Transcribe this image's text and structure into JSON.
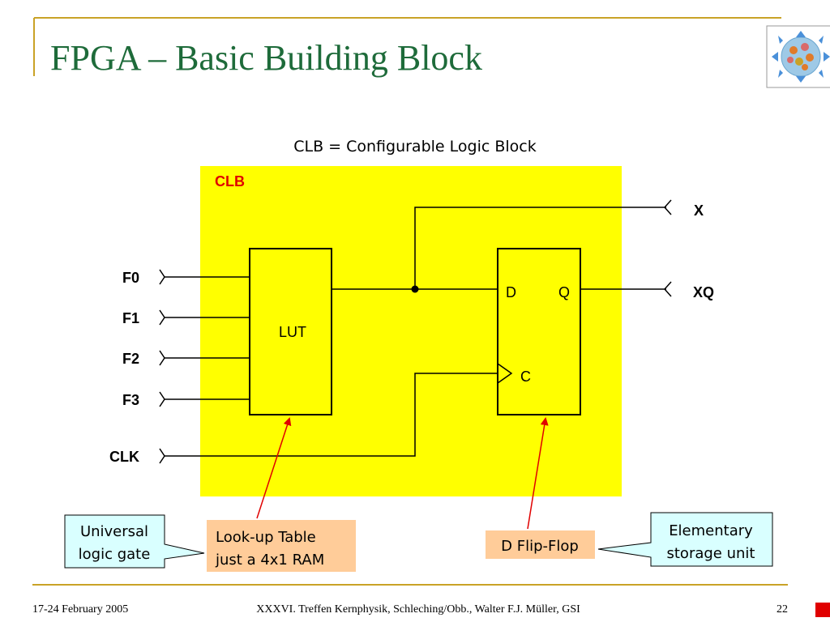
{
  "slide": {
    "title": "FPGA – Basic Building Block",
    "subtitle": "CLB = Configurable Logic Block"
  },
  "diagram": {
    "clb_label": "CLB",
    "inputs": [
      "F0",
      "F1",
      "F2",
      "F3",
      "CLK"
    ],
    "outputs": [
      "X",
      "XQ"
    ],
    "lut_label": "LUT",
    "flipflop_pins": {
      "d": "D",
      "q": "Q",
      "c": "C"
    },
    "colors": {
      "clb_fill": "#ffff00",
      "title_color": "#1e6b3a",
      "clb_label_color": "#e00000",
      "callout_blue": "#d9ffff",
      "callout_orange": "#ffcc99",
      "arrow_red": "#e00000",
      "accent_gold": "#c9a227"
    }
  },
  "callouts": {
    "universal": [
      "Universal",
      "logic gate"
    ],
    "lookup": [
      "Look-up Table",
      "just a 4x1 RAM"
    ],
    "dflipflop": [
      "D Flip-Flop"
    ],
    "elementary": [
      "Elementary",
      "storage unit"
    ]
  },
  "logo": {
    "icon": "network-nodes-icon"
  },
  "footer": {
    "date": "17-24 February 2005",
    "event": "XXXVI. Treffen Kernphysik, Schleching/Obb., Walter F.J. Müller, GSI",
    "page": "22"
  }
}
